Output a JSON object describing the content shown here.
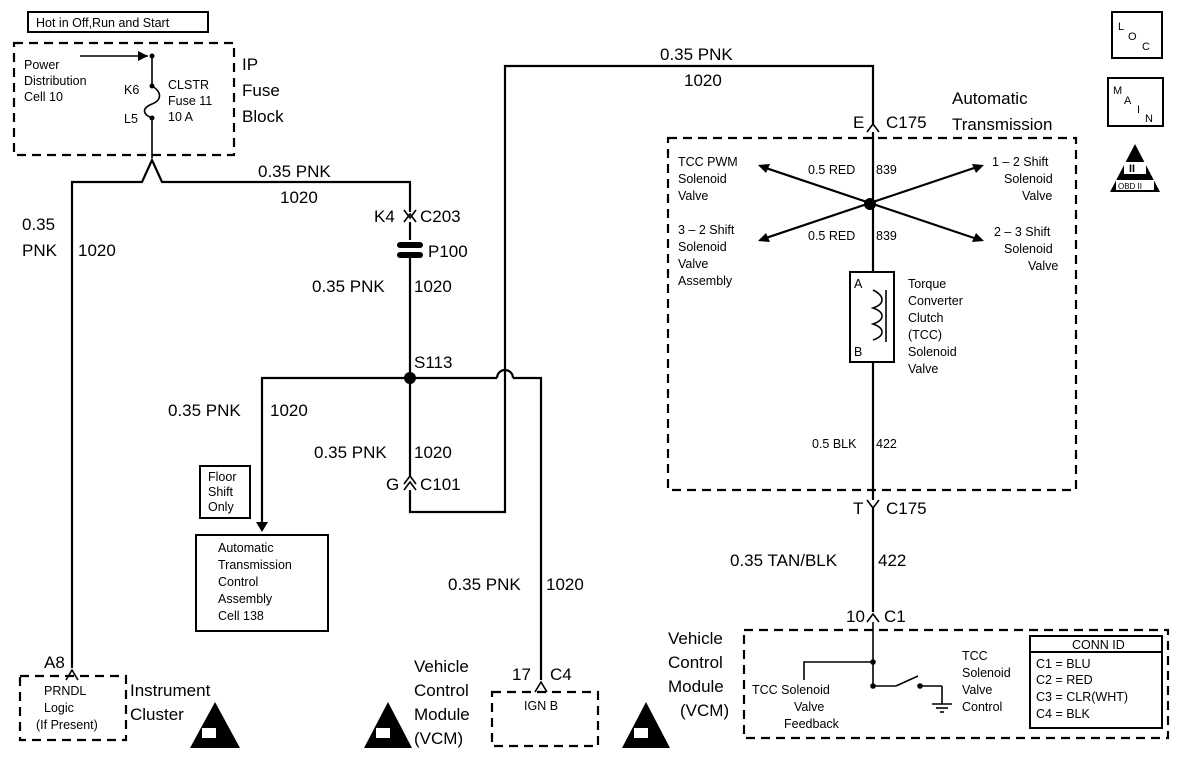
{
  "header": {
    "hot_label": "Hot in Off,Run and Start"
  },
  "badges": {
    "loc": "LOC",
    "main": "MAIN",
    "obd": "OBD II"
  },
  "fuse_block": {
    "title_line1": "IP",
    "title_line2": "Fuse",
    "title_line3": "Block",
    "pdc_line1": "Power",
    "pdc_line2": "Distribution",
    "pdc_line3": "Cell 10",
    "k6": "K6",
    "l5": "L5",
    "fuse_line1": "CLSTR",
    "fuse_line2": "Fuse 11",
    "fuse_line3": "10 A"
  },
  "wires": {
    "top_pnk": "0.35 PNK",
    "top_1020": "1020",
    "mid_pnk": "0.35 PNK",
    "mid_1020": "1020",
    "left_pnk1": "0.35",
    "left_pnk2": "PNK",
    "left_1020": "1020",
    "c203_pin": "K4",
    "c203": "C203",
    "p100": "P100",
    "below_p100": "0.35 PNK",
    "below_p100_num": "1020",
    "s113": "S113",
    "branch_pnk": "0.35 PNK",
    "branch_1020": "1020",
    "to_c101_pnk": "0.35 PNK",
    "to_c101_num": "1020",
    "c101_pin": "G",
    "c101": "C101",
    "vcm_pnk": "0.35 PNK",
    "vcm_1020": "1020",
    "c4_pin": "17",
    "c4": "C4",
    "c175_top_pin": "E",
    "c175_top": "C175",
    "c175_bot_pin": "T",
    "c175_bot": "C175",
    "tan_blk": "0.35 TAN/BLK",
    "tan_blk_num": "422",
    "c1_pin": "10",
    "c1": "C1"
  },
  "floor_shift": {
    "line1": "Floor",
    "line2": "Shift",
    "line3": "Only"
  },
  "atca": {
    "line1": "Automatic",
    "line2": "Transmission",
    "line3": "Control",
    "line4": "Assembly",
    "line5": "Cell 138"
  },
  "cluster": {
    "pin": "A8",
    "line1": "PRNDL",
    "line2": "Logic",
    "line3": "(If Present)",
    "title1": "Instrument",
    "title2": "Cluster"
  },
  "vcm_mid": {
    "title1": "Vehicle",
    "title2": "Control",
    "title3": "Module",
    "title4": "(VCM)",
    "box": "IGN B"
  },
  "trans": {
    "title1": "Automatic",
    "title2": "Transmission",
    "red_top": "0.5 RED",
    "red_top_num": "839",
    "red_bot": "0.5 RED",
    "red_bot_num": "839",
    "blk": "0.5 BLK",
    "blk_num": "422",
    "tcc_pwm1": "TCC PWM",
    "tcc_pwm2": "Solenoid",
    "tcc_pwm3": "Valve",
    "s12_1": "1 – 2 Shift",
    "s12_2": "Solenoid",
    "s12_3": "Valve",
    "s32_1": "3 – 2 Shift",
    "s32_2": "Solenoid",
    "s32_3": "Valve",
    "s32_4": "Assembly",
    "s23_1": "2 – 3 Shift",
    "s23_2": "Solenoid",
    "s23_3": "Valve",
    "pin_a": "A",
    "pin_b": "B",
    "tcc1": "Torque",
    "tcc2": "Converter",
    "tcc3": "Clutch",
    "tcc4": "(TCC)",
    "tcc5": "Solenoid",
    "tcc6": "Valve"
  },
  "vcm_right": {
    "title1": "Vehicle",
    "title2": "Control",
    "title3": "Module",
    "title4": "(VCM)",
    "fb1": "TCC Solenoid",
    "fb2": "Valve",
    "fb3": "Feedback",
    "ctl1": "TCC",
    "ctl2": "Solenoid",
    "ctl3": "Valve",
    "ctl4": "Control"
  },
  "conn_id": {
    "title": "CONN ID",
    "rows": [
      "C1  =  BLU",
      "C2  =  RED",
      "C3  =  CLR(WHT)",
      "C4  =  BLK"
    ]
  }
}
